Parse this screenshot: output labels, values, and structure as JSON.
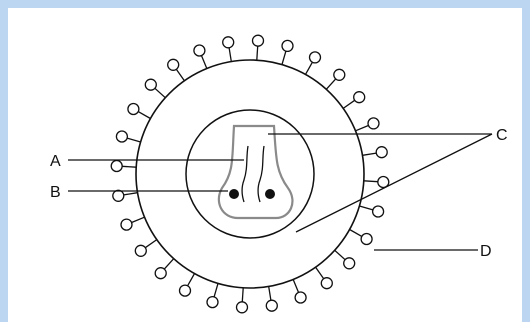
{
  "labels": {
    "a": "A",
    "b": "B",
    "c": "C",
    "d": "D"
  },
  "colors": {
    "page_background": "#bcd6f2",
    "panel": "#ffffff",
    "stroke": "#111111",
    "core_outline": "#8a8a8a"
  },
  "spike_count": 28
}
